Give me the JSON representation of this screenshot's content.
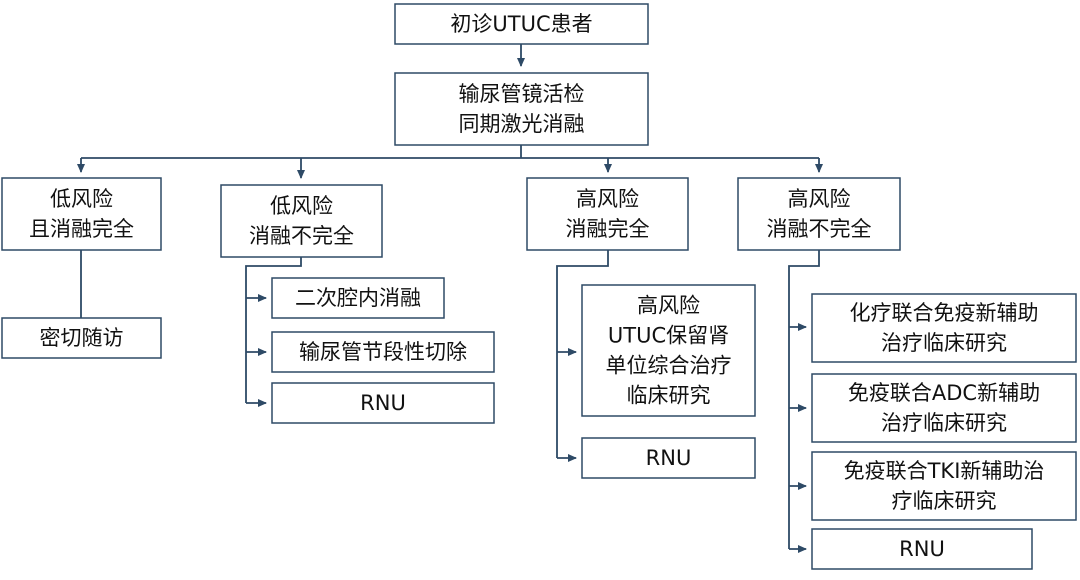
{
  "nodes": {
    "root": [
      "初诊UTUC患者"
    ],
    "biopsy": [
      "输尿管镜活检",
      "同期激光消融"
    ],
    "low_complete": [
      "低风险",
      "且消融完全"
    ],
    "low_incomplete": [
      "低风险",
      "消融不完全"
    ],
    "high_complete": [
      "高风险",
      "消融完全"
    ],
    "high_incomplete": [
      "高风险",
      "消融不完全"
    ],
    "surveillance": [
      "密切随访"
    ],
    "second_ablation": [
      "二次腔内消融"
    ],
    "segmental_resection": [
      "输尿管节段性切除"
    ],
    "rnu_low": [
      "RNU"
    ],
    "kidney_sparing_trial": [
      "高风险",
      "UTUC保留肾",
      "单位综合治疗",
      "临床研究"
    ],
    "rnu_high_complete": [
      "RNU"
    ],
    "chemo_immuno": [
      "化疗联合免疫新辅助",
      "治疗临床研究"
    ],
    "immuno_adc": [
      "免疫联合ADC新辅助",
      "治疗临床研究"
    ],
    "immuno_tki": [
      "免疫联合TKI新辅助治",
      "疗临床研究"
    ],
    "rnu_high_incomplete": [
      "RNU"
    ]
  },
  "colors": {
    "border": "#2e4a66",
    "text": "#111111",
    "background": "#ffffff"
  }
}
